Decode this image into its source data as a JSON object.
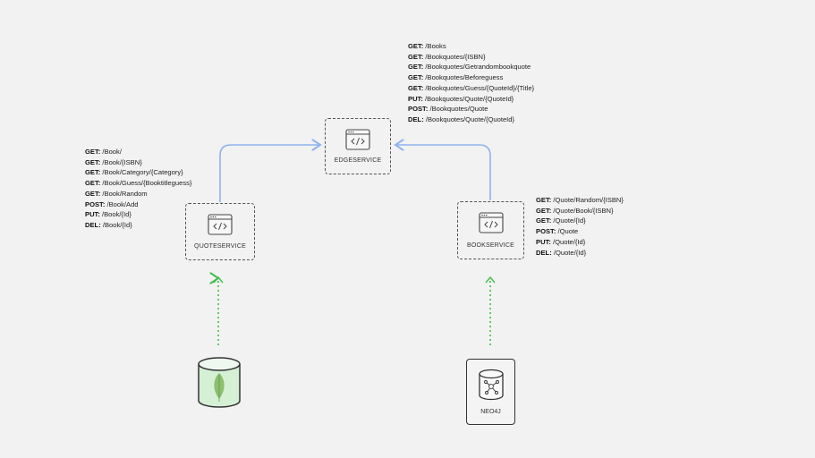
{
  "services": {
    "edge": {
      "label": "EDGESERVICE",
      "icon": "code-window-icon",
      "endpoints": [
        {
          "method": "GET:",
          "path": " /Books"
        },
        {
          "method": "GET:",
          "path": " /Bookquotes/{ISBN}"
        },
        {
          "method": "GET:",
          "path": " /Bookquotes/Getrandombookquote"
        },
        {
          "method": "GET:",
          "path": " /Bookquotes/Beforeguess"
        },
        {
          "method": "GET:",
          "path": " /Bookquotes/Guess/{QuoteId}/{Title}"
        },
        {
          "method": "PUT:",
          "path": " /Bookquotes/Quote/{QuoteId}"
        },
        {
          "method": "POST:",
          "path": " /Bookquotes/Quote"
        },
        {
          "method": "DEL:",
          "path": " /Bookquotes/Quote/{QuoteId}"
        }
      ]
    },
    "quote": {
      "label": "QUOTESERVICE",
      "icon": "code-window-icon",
      "endpoints": [
        {
          "method": "GET:",
          "path": " /Book/"
        },
        {
          "method": "GET:",
          "path": " /Book/{ISBN}"
        },
        {
          "method": "GET:",
          "path": " /Book/Category/{Category}"
        },
        {
          "method": "GET:",
          "path": " /Book/Guess/{Booktitleguess}"
        },
        {
          "method": "GET:",
          "path": " /Book/Random"
        },
        {
          "method": "POST:",
          "path": " /Book/Add"
        },
        {
          "method": "PUT:",
          "path": " /Book/{Id}"
        },
        {
          "method": "DEL:",
          "path": " /Book/{Id}"
        }
      ]
    },
    "book": {
      "label": "BOOKSERVICE",
      "icon": "code-window-icon",
      "endpoints": [
        {
          "method": "GET:",
          "path": " /Quote/Random/{ISBN}"
        },
        {
          "method": "GET:",
          "path": " /Quote/Book/{ISBN}"
        },
        {
          "method": "GET:",
          "path": " /Quote/{Id}"
        },
        {
          "method": "POST:",
          "path": " /Quote"
        },
        {
          "method": "PUT:",
          "path": " /Quote/{Id}"
        },
        {
          "method": "DEL:",
          "path": " /Quote/{Id}"
        }
      ]
    }
  },
  "databases": {
    "mongo": {
      "icon": "mongodb-leaf-icon",
      "label": ""
    },
    "neo4j": {
      "icon": "neo4j-graph-icon",
      "label": "NEO4J"
    }
  },
  "colors": {
    "service_link": "#8fb3ee",
    "db_link": "#3fc04a",
    "mongo_leaf": "#8cbf6f",
    "mongo_body": "#d6f0d6",
    "border": "#555555"
  }
}
